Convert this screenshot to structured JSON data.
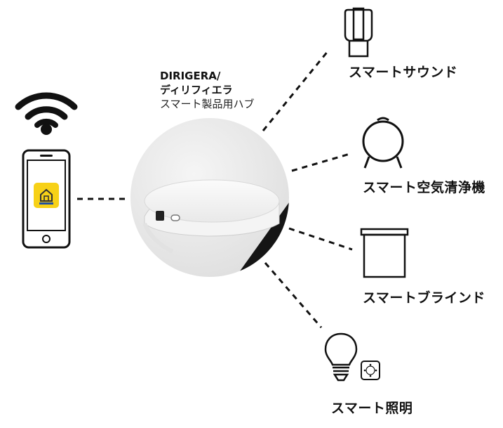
{
  "hub": {
    "name_line1": "DIRIGERA/",
    "name_line2": "ディリフィエラ",
    "subtitle": "スマート製品用ハブ"
  },
  "devices": {
    "sound": {
      "label": "スマートサウンド",
      "icon": "speaker-icon"
    },
    "air_purifier": {
      "label": "スマート空気清浄機",
      "icon": "air-purifier-icon"
    },
    "blind": {
      "label": "スマートブラインド",
      "icon": "blind-icon"
    },
    "lighting": {
      "label": "スマート照明",
      "icon": "bulb-icon"
    }
  },
  "phone": {
    "icon": "smartphone-icon",
    "app_icon": "home-app-icon"
  },
  "wifi": {
    "icon": "wifi-icon"
  },
  "colors": {
    "line": "#111111",
    "app_yellow": "#f7d117",
    "hub_bg": "#ececec"
  }
}
